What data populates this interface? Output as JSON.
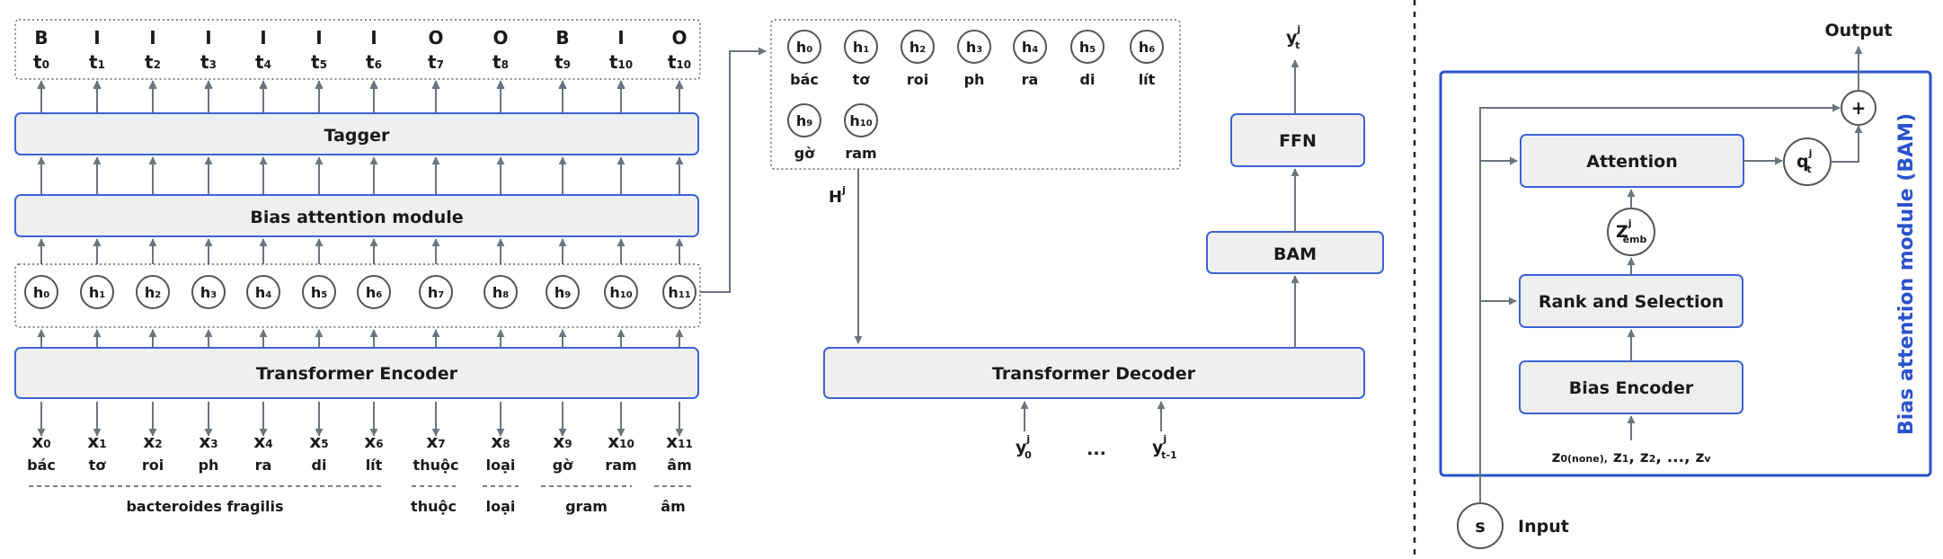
{
  "encoder": {
    "tags": [
      "B",
      "I",
      "I",
      "I",
      "I",
      "I",
      "I",
      "O",
      "O",
      "B",
      "I",
      "O"
    ],
    "t_labels": [
      [
        "t",
        "0"
      ],
      [
        "t",
        "1"
      ],
      [
        "t",
        "2"
      ],
      [
        "t",
        "3"
      ],
      [
        "t",
        "4"
      ],
      [
        "t",
        "5"
      ],
      [
        "t",
        "6"
      ],
      [
        "t",
        "7"
      ],
      [
        "t",
        "8"
      ],
      [
        "t",
        "9"
      ],
      [
        "t",
        "10"
      ],
      [
        "t",
        "10"
      ]
    ],
    "tagger_label": "Tagger",
    "bias_label": "Bias attention module",
    "encoder_label": "Transformer Encoder",
    "hidden": [
      [
        "h",
        "0"
      ],
      [
        "h",
        "1"
      ],
      [
        "h",
        "2"
      ],
      [
        "h",
        "3"
      ],
      [
        "h",
        "4"
      ],
      [
        "h",
        "5"
      ],
      [
        "h",
        "6"
      ],
      [
        "h",
        "7"
      ],
      [
        "h",
        "8"
      ],
      [
        "h",
        "9"
      ],
      [
        "h",
        "10"
      ],
      [
        "h",
        "11"
      ]
    ],
    "inputs": [
      [
        "x",
        "0"
      ],
      [
        "x",
        "1"
      ],
      [
        "x",
        "2"
      ],
      [
        "x",
        "3"
      ],
      [
        "x",
        "4"
      ],
      [
        "x",
        "5"
      ],
      [
        "x",
        "6"
      ],
      [
        "x",
        "7"
      ],
      [
        "x",
        "8"
      ],
      [
        "x",
        "9"
      ],
      [
        "x",
        "10"
      ],
      [
        "x",
        "11"
      ]
    ],
    "words": [
      "bác",
      "tơ",
      "roi",
      "ph",
      "ra",
      "di",
      "lít",
      "thuộc",
      "loại",
      "gờ",
      "ram",
      "âm"
    ],
    "groups": [
      "bacteroides fragilis",
      "thuộc",
      "loại",
      "gram",
      "âm"
    ]
  },
  "bias_list": {
    "items": [
      {
        "h": [
          "h",
          "0"
        ],
        "w": "bác"
      },
      {
        "h": [
          "h",
          "1"
        ],
        "w": "tơ"
      },
      {
        "h": [
          "h",
          "2"
        ],
        "w": "roi"
      },
      {
        "h": [
          "h",
          "3"
        ],
        "w": "ph"
      },
      {
        "h": [
          "h",
          "4"
        ],
        "w": "ra"
      },
      {
        "h": [
          "h",
          "5"
        ],
        "w": "di"
      },
      {
        "h": [
          "h",
          "6"
        ],
        "w": "lít"
      },
      {
        "h": [
          "h",
          "9"
        ],
        "w": "gờ"
      },
      {
        "h": [
          "h",
          "10"
        ],
        "w": "ram"
      }
    ],
    "H_label": [
      "H",
      "j"
    ]
  },
  "decoder": {
    "decoder_label": "Transformer Decoder",
    "bam_label": "BAM",
    "ffn_label": "FFN",
    "y_out": [
      "y",
      "j",
      "t"
    ],
    "y0": [
      "y",
      "j",
      "0"
    ],
    "dots": "...",
    "ylast": [
      "y",
      "j",
      "t-1"
    ]
  },
  "bam": {
    "output_label": "Output",
    "plus": "+",
    "attention_label": "Attention",
    "q": [
      "q",
      "j",
      "t"
    ],
    "z": [
      "Z",
      "j",
      "emb"
    ],
    "rank_label": "Rank and Selection",
    "bias_encoder_label": "Bias Encoder",
    "z_items": [
      {
        "m": "z",
        "s": "0"
      },
      {
        "m": "",
        "s": "(none),"
      },
      {
        "m": " z",
        "s": "1"
      },
      {
        "m": ", z",
        "s": "2"
      },
      {
        "m": ", ..., z",
        "s": "v"
      }
    ],
    "side_label": "Bias attention module (BAM)",
    "s_label": "s",
    "input_label": "Input"
  }
}
